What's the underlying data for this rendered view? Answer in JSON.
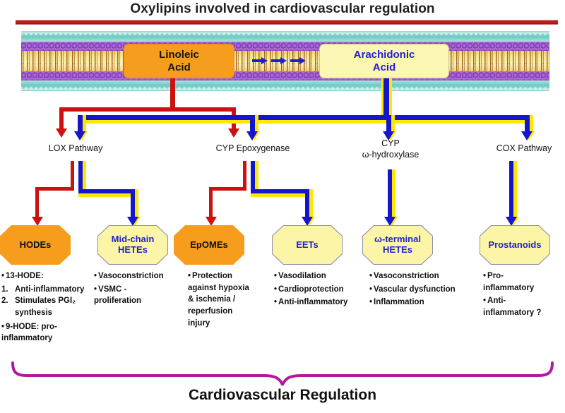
{
  "header": {
    "title": "Oxylipins involved in cardiovascular regulation",
    "rule_color": "#cc1111"
  },
  "membrane": {
    "name": "phospholipid-bilayer",
    "head_color": "#9a4fd4",
    "tail_color": "#f3c46a",
    "water_color": "#6fcac4"
  },
  "precursors": [
    {
      "label_line1": "Linoleic",
      "label_line2": "Acid",
      "fill": "#f79d1e",
      "text_color": "#111111"
    },
    {
      "label_line1": "Arachidonic",
      "label_line2": "Acid",
      "fill": "#fcf6b4",
      "text_color": "#2222cc"
    }
  ],
  "conversion_arrows": {
    "count": 3,
    "color": "#1f1fcf",
    "direction": "right"
  },
  "pathways": [
    {
      "label": "LOX Pathway"
    },
    {
      "label": "CYP Epoxygenase"
    },
    {
      "label": "CYP\nω-hydroxylase"
    },
    {
      "label": "COX Pathway"
    }
  ],
  "metabolites": [
    {
      "name": "hodes",
      "line1": "HODEs",
      "line2": "",
      "style": "orange",
      "source": "linoleic"
    },
    {
      "name": "mid-chain-hetes",
      "line1": "Mid-chain",
      "line2": "HETEs",
      "style": "yellow",
      "source": "arachidonic"
    },
    {
      "name": "epomes",
      "line1": "EpOMEs",
      "line2": "",
      "style": "orange",
      "source": "linoleic"
    },
    {
      "name": "eets",
      "line1": "EETs",
      "line2": "",
      "style": "yellow",
      "source": "arachidonic"
    },
    {
      "name": "omega-terminal-hetes",
      "line1": "ω-terminal",
      "line2": "HETEs",
      "style": "yellow",
      "source": "arachidonic"
    },
    {
      "name": "prostanoids",
      "line1": "Prostanoids",
      "line2": "",
      "style": "yellow",
      "source": "arachidonic"
    }
  ],
  "effects": {
    "hodes": {
      "head": "13-HODE:",
      "numbered": [
        {
          "n": "1.",
          "text": "Anti-inflammatory"
        },
        {
          "n": "2.",
          "text": "Stimulates PGI₂ synthesis"
        }
      ],
      "tail": "9-HODE: pro-inflammatory"
    },
    "mid_chain_hetes": [
      "Vasoconstriction",
      "VSMC - proliferation"
    ],
    "epomes": [
      "Protection against hypoxia & ischemia / reperfusion injury"
    ],
    "eets": [
      "Vasodilation",
      "Cardioprotection",
      "Anti-inflammatory"
    ],
    "omega_terminal_hetes": [
      "Vasoconstriction",
      "Vascular dysfunction",
      "Inflammation"
    ],
    "prostanoids": [
      "Pro-inflammatory",
      "Anti-inflammatory ?"
    ]
  },
  "footer": {
    "title": "Cardiovascular Regulation",
    "brace_color": "#b0189f"
  },
  "colors": {
    "linoleic_flow": "#cc1111",
    "arachidonic_flow": "#1515cc",
    "arachidonic_flow_shadow": "#ffe800",
    "orange_node": "#f79d1e",
    "yellow_node": "#fcf5a8",
    "node_border": "#8e8ea8"
  }
}
